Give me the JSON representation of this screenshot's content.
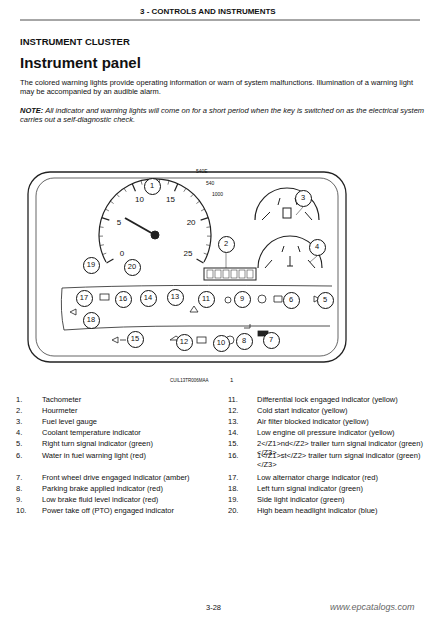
{
  "diagram": {
    "title": "INSTRUMENT CLUSTER",
    "nodes": [
      {
        "text": [
          "1"
        ]
      },
      {
        "text": [
          "2"
        ]
      },
      {
        "text": [
          "3"
        ]
      },
      {
        "text": [
          "4"
        ]
      },
      {
        "text": [
          "5"
        ]
      },
      {
        "text": [
          "6"
        ]
      },
      {
        "text": [
          "7"
        ]
      },
      {
        "text": [
          "8"
        ]
      },
      {
        "text": [
          "9"
        ]
      },
      {
        "text": [
          "10"
        ]
      },
      {
        "text": [
          "11"
        ]
      },
      {
        "text": [
          "12"
        ]
      },
      {
        "text": [
          "13"
        ]
      },
      {
        "text": [
          "14"
        ]
      },
      {
        "text": [
          "15"
        ]
      },
      {
        "text": [
          "16"
        ]
      },
      {
        "text": [
          "17"
        ]
      },
      {
        "text": [
          "18"
        ]
      },
      {
        "text": [
          "19"
        ]
      },
      {
        "text": [
          "20"
        ]
      }
    ],
    "labels": [
      "3 - CONTROLS AND INSTRUMENTS",
      "Instrument panel",
      "The colored warning lights provide operating information or warn of system malfunctions. Illumination of a warning light may be accompanied by an audible alarm.",
      "NOTE:",
      "All indicator and warning lights will come on for a short period when the key is switched on as the electrical system carries out a self-diagnostic check.",
      "0",
      "5",
      "10",
      "15",
      "20",
      "25",
      "540E",
      "540",
      "1000",
      "CUIL13TR006MAA",
      "1",
      "1.",
      "Tachometer",
      "11.",
      "Differential lock engaged indicator (yellow)",
      "2.",
      "Hourmeter",
      "12.",
      "Cold start indicator (yellow)",
      "3.",
      "Fuel level gauge",
      "13.",
      "Air filter blocked indicator (yellow)",
      "4.",
      "Coolant temperature indicator",
      "14.",
      "Low engine oil pressure indicator (yellow)",
      "5.",
      "Right turn signal indicator (green)",
      "15.",
      "2</Z1>nd</Z2> trailer turn signal indicator (green)</Z3>",
      "6.",
      "Water in fuel warning light (red)",
      "16.",
      "1</Z1>st</Z2> trailer turn signal indicator (green)</Z3>",
      "7.",
      "Front wheel drive engaged indicator (amber)",
      "17.",
      "Low alternator charge indicator (red)",
      "8.",
      "Parking brake applied indicator (red)",
      "18.",
      "Left turn signal indicator (green)",
      "9.",
      "Low brake fluid level indicator (red)",
      "19.",
      "Side light indicator (green)",
      "10.",
      "Power take off (PTO) engaged indicator",
      "20.",
      "High beam headlight indicator (blue)",
      "3-28",
      "www.epcatalogs.com"
    ]
  }
}
